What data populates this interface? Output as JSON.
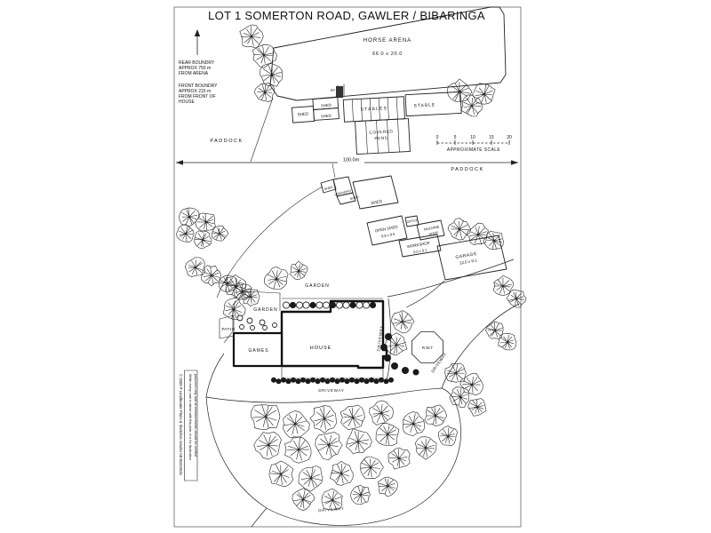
{
  "title": "LOT 1 SOMERTON ROAD, GAWLER / BIBARINGA",
  "notes": {
    "rear_boundary": [
      "REAR BOUNDRY",
      "APPROX 750 m",
      "FROM ARENA"
    ],
    "front_boundary": [
      "FRONT BOUNDRY",
      "APPROX 215 m",
      "FROM FRONT OF",
      "HOUSE"
    ]
  },
  "arena": {
    "name": "HORSE ARENA",
    "size": "66.0 x 20.0"
  },
  "farm_buildings": {
    "shed_a": "SHED",
    "shed_b": "SHED",
    "shed_c": "SHED",
    "pump": "RP",
    "stables": "STABLES",
    "stable": "STABLE",
    "covered_pens": [
      "COVERED",
      "PENS"
    ]
  },
  "mid_buildings": {
    "shed_small": "SHED",
    "verandah": "VERANDAH",
    "shed_mid": "SHED",
    "shed_big": "SHED",
    "open_shed": {
      "name": "OPEN SHED",
      "size": "8.8 x 8.5"
    },
    "office": "OFFICE",
    "machine_shop": [
      "MACHINE",
      "SHOP"
    ],
    "workshop": {
      "name": "WORKSHOP",
      "size": "9.0 x 6.1"
    },
    "garage": {
      "name": "GARAGE",
      "size": "12.0 x 9.1"
    }
  },
  "house_area": {
    "garden_upper": "GARDEN",
    "garden_left": "GARDEN",
    "patio": "PATIO",
    "games": "GAMES",
    "house": "HOUSE",
    "rwt": "R.W.T"
  },
  "areas": {
    "paddock_left": "PADDOCK",
    "paddock_right": "PADDOCK",
    "driveway_house": "DRIVEWAY",
    "driveway_east": "DRIVEWAY",
    "driveway_south": "DRIVEWAY",
    "driveway_bottom": "DRIVEWAY"
  },
  "dimension": {
    "width": "100.0m"
  },
  "scale_bar": {
    "ticks": [
      "0",
      "5",
      "10",
      "15",
      "20"
    ],
    "label": "APPROXIMATE SCALE"
  },
  "footer": {
    "disclaimer": [
      "While every care is taken with this plan, it is for illustration",
      "purposes only and all measurements should be verified"
    ],
    "copyright": "© 2008 P Leadbeater Plans & Sketches   Gawler 08 85226632"
  }
}
